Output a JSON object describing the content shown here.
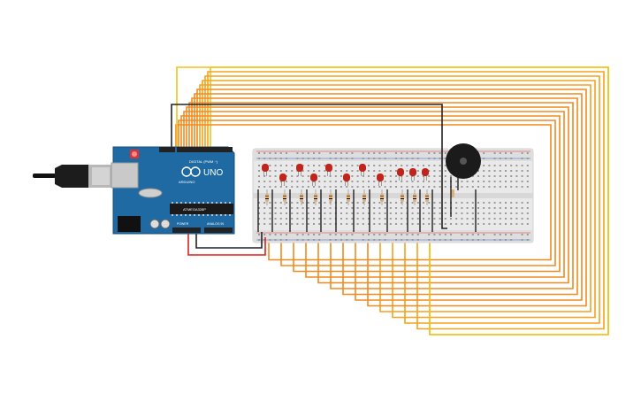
{
  "board": {
    "brand": "UNO",
    "logo_text": "ARDUINO",
    "digital_label": "DIGITAL (PWM ~)",
    "power_label": "POWER",
    "analog_label": "ANALOG IN",
    "chip_label": "ATMEGA328P"
  },
  "colors": {
    "board": "#1f6aa3",
    "breadboard": "#e9e9e9",
    "led": "#c0241b",
    "wire_orange": "#f08a1e",
    "wire_yellow": "#f2c21a",
    "wire_black": "#222222",
    "wire_red": "#e0201a",
    "buzzer": "#1b1b1b"
  },
  "icons": [
    "usb-cable-icon",
    "buzzer-icon",
    "led-icon",
    "resistor-icon"
  ]
}
